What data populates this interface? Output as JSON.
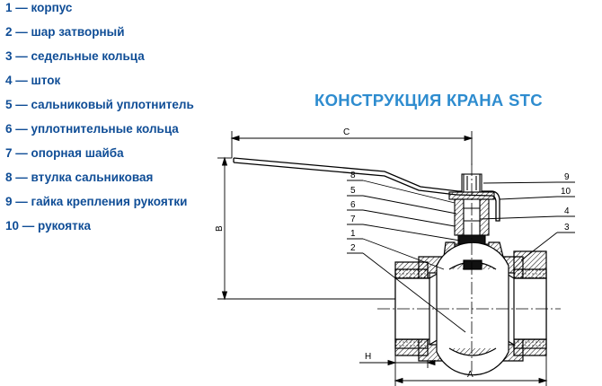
{
  "legend": [
    "1 — корпус",
    "2 — шар затворный",
    "3 — седельные кольца",
    "4 — шток",
    "5 — сальниковый уплотнитель",
    "6 — уплотнительные кольца",
    "7 — опорная шайба",
    "8 — втулка сальниковая",
    "9 — гайка крепления рукоятки",
    "10 — рукоятка"
  ],
  "title": "КОНСТРУКЦИЯ КРАНА STC",
  "dimensions": {
    "c": "C",
    "b": "B",
    "h": "H",
    "a": "A"
  },
  "callouts": {
    "c1": "1",
    "c2": "2",
    "c3": "3",
    "c4": "4",
    "c5": "5",
    "c6": "6",
    "c7": "7",
    "c8": "8",
    "c9": "9",
    "c10": "10"
  },
  "colors": {
    "legend_text": "#0f4d96",
    "title_text": "#2e8ccf",
    "line": "#000000"
  }
}
